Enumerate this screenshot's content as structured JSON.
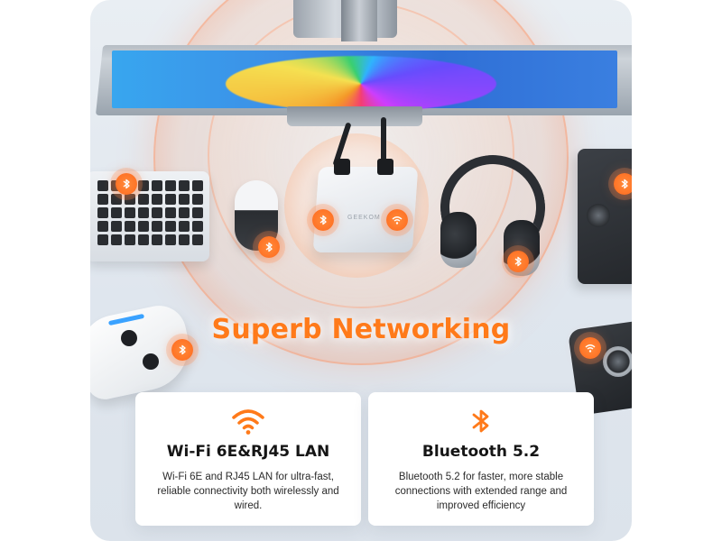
{
  "headline": "Superb Networking",
  "device_label": "GEEKOM",
  "features": [
    {
      "icon": "wifi-icon",
      "title": "Wi-Fi 6E&RJ45 LAN",
      "description": "Wi-Fi 6E and RJ45 LAN for ultra-fast, reliable connectivity both wirelessly and wired."
    },
    {
      "icon": "bluetooth-icon",
      "title": "Bluetooth 5.2",
      "description": "Bluetooth 5.2 for faster, more stable connections with extended range and improved efficiency"
    }
  ],
  "colors": {
    "accent": "#ff7a1a",
    "background": "#e4eaf0",
    "card": "#ffffff",
    "text": "#151515"
  }
}
